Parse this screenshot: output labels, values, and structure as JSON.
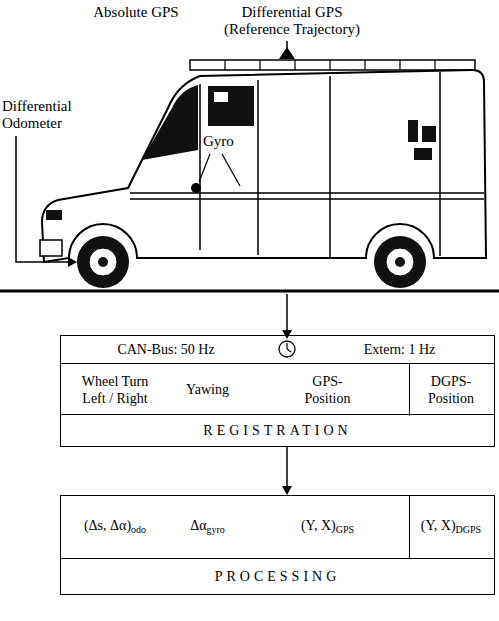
{
  "diagram": {
    "nodes": [
      {
        "text": [
          "REGISTRATION"
        ]
      },
      {
        "text": [
          "CAN-Bus: 50 Hz"
        ],
        "in": 0
      },
      {
        "text": [
          "Extern: 1 Hz"
        ],
        "in": 0
      },
      {
        "text": [
          "Wheel Turn Left / Right"
        ],
        "in": 0
      },
      {
        "text": [
          "Yawing"
        ],
        "in": 0
      },
      {
        "text": [
          "GPS-Position"
        ],
        "in": 0
      },
      {
        "text": [
          "DGPS-Position"
        ],
        "in": 0
      },
      {
        "text": [
          "PROCESSING"
        ]
      },
      {
        "text": [
          "(Δs, Δα)",
          "odo"
        ],
        "in": 7
      },
      {
        "text": [
          "Δα",
          "gyro"
        ],
        "in": 7
      },
      {
        "text": [
          "(Y, X)",
          "GPS"
        ],
        "in": 7
      },
      {
        "text": [
          "(Y, X)",
          "DGPS"
        ],
        "in": 7
      }
    ],
    "edges": [
      {
        "from": 0,
        "to": 7,
        "arrow": "to"
      }
    ],
    "labels": [
      "Absolute GPS",
      "Differential GPS (Reference Trajectory)",
      "Differential Odometer",
      "Gyro"
    ]
  }
}
